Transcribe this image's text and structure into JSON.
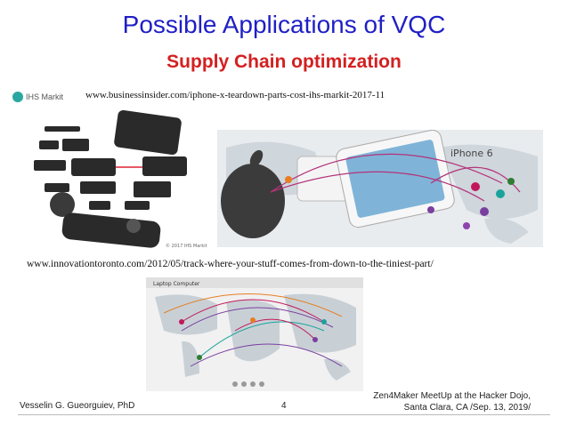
{
  "slide": {
    "title": "Possible Applications of VQC",
    "subtitle": "Supply Chain optimization",
    "logo_text": "IHS Markit",
    "url_top": "www.businessinsider.com/iphone-x-teardown-parts-cost-ihs-markit-2017-11",
    "url_bottom": "www.innovationtoronto.com/2012/05/track-where-your-stuff-comes-from-down-to-the-tiniest-part/",
    "footer_left": "Vesselin G. Gueorguiev, PhD",
    "page_number": "4",
    "footer_right_line1": "Zen4Maker MeetUp at the Hacker Dojo,",
    "footer_right_line2": "Santa Clara, CA /Sep. 13, 2019/"
  },
  "images": {
    "teardown": {
      "caption": "© 2017 IHS Markit"
    },
    "iphone_map": {
      "label": "iPhone 6"
    },
    "laptop_map": {
      "label": "Laptop Computer"
    }
  },
  "colors": {
    "title": "#1f1fc6",
    "subtitle": "#d42020"
  }
}
